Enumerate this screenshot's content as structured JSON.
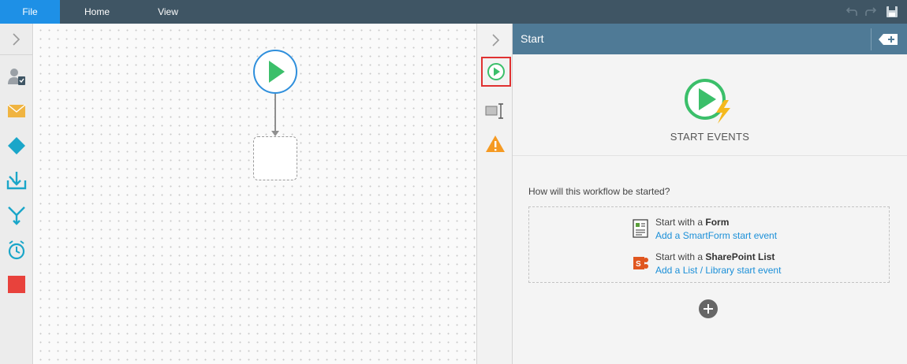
{
  "topbar": {
    "tabs": [
      "File",
      "Home",
      "View"
    ],
    "icons": [
      "undo-icon",
      "redo-icon",
      "save-icon"
    ]
  },
  "toolbox": {
    "items": [
      "user-task-icon",
      "email-icon",
      "decision-icon",
      "merge-icon",
      "split-icon",
      "timer-icon",
      "end-icon"
    ]
  },
  "panel": {
    "title": "Start",
    "heading": "START EVENTS",
    "question": "How will this workflow be started?",
    "options": [
      {
        "prefix": "Start with a ",
        "bold": "Form",
        "link": "Add a SmartForm start event"
      },
      {
        "prefix": "Start with a ",
        "bold": "SharePoint List",
        "link": "Add a List / Library start event"
      }
    ]
  },
  "colors": {
    "file_tab": "#1e90e6",
    "topbar": "#3f5564",
    "panel_header": "#4f7a96",
    "start_green": "#3bbf6a",
    "node_border": "#2f8fdc",
    "link": "#1a8fd8",
    "selection": "#e03131"
  }
}
